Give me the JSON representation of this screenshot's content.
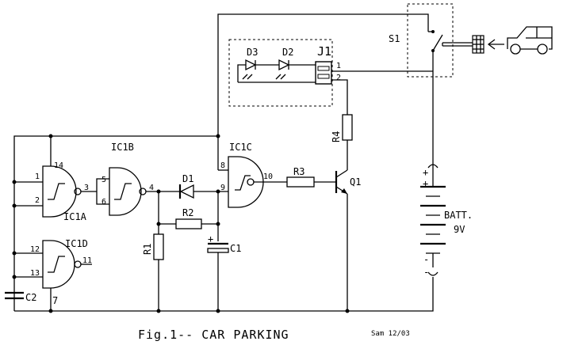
{
  "caption": "Fig.1-- CAR PARKING",
  "signature": "Sam 12/03",
  "components": {
    "ic1a": "IC1A",
    "ic1b": "IC1B",
    "ic1c": "IC1C",
    "ic1d": "IC1D",
    "d1": "D1",
    "d2": "D2",
    "d3": "D3",
    "j1": "J1",
    "s1": "S1",
    "r1": "R1",
    "r2": "R2",
    "r3": "R3",
    "r4": "R4",
    "c1": "C1",
    "c2": "C2",
    "q1": "Q1",
    "batt_line1": "BATT.",
    "batt_line2": "9V"
  },
  "pins": {
    "a_in1": "1",
    "a_in2": "2",
    "a_out": "3",
    "vcc": "14",
    "b_in1": "5",
    "b_in2": "6",
    "b_out": "4",
    "c_in1": "8",
    "c_in2": "9",
    "c_out": "10",
    "d_in1": "12",
    "d_in2": "13",
    "d_out": "11",
    "gnd": "7",
    "j1_1": "1",
    "j1_2": "2"
  },
  "polarity": {
    "plus": "+",
    "minus": "-"
  }
}
